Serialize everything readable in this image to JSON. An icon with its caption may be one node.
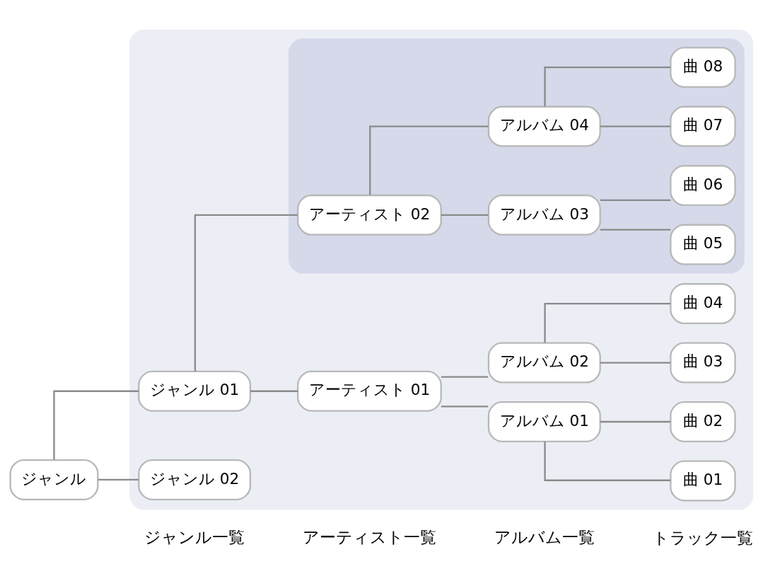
{
  "diagram": {
    "nodes": [
      {
        "text": [
          "ジャンル"
        ]
      },
      {
        "text": [],
        "shape": "box"
      },
      {
        "text": [
          "ジャンル 01"
        ],
        "in": 1
      },
      {
        "text": [
          "アーティスト 01"
        ],
        "in": 1
      },
      {
        "text": [
          "アルバム 01"
        ],
        "in": 1
      },
      {
        "text": [
          "曲 01"
        ],
        "in": 1
      },
      {
        "text": [
          "曲 02"
        ],
        "in": 1
      },
      {
        "text": [
          "アルバム 02"
        ],
        "in": 1
      },
      {
        "text": [
          "曲 03"
        ],
        "in": 1
      },
      {
        "text": [
          "曲 04"
        ],
        "in": 1
      },
      {
        "text": [],
        "shape": "box",
        "in": 1
      },
      {
        "text": [
          "アーティスト 02"
        ],
        "in": 10
      },
      {
        "text": [
          "アルバム 03"
        ],
        "in": 10
      },
      {
        "text": [
          "曲 05"
        ],
        "in": 10
      },
      {
        "text": [
          "曲 06"
        ],
        "in": 10
      },
      {
        "text": [
          "アルバム 04"
        ],
        "in": 10
      },
      {
        "text": [
          "曲 07"
        ],
        "in": 10
      },
      {
        "text": [
          "曲 08"
        ],
        "in": 10
      },
      {
        "text": [
          "ジャンル 02"
        ],
        "in": 1
      }
    ],
    "edges": [
      {
        "from": 0,
        "to": 2,
        "arrow": "none"
      },
      {
        "from": 0,
        "to": 18,
        "arrow": "none"
      },
      {
        "from": 2,
        "to": 3,
        "arrow": "none"
      },
      {
        "from": 2,
        "to": 11,
        "arrow": "none"
      },
      {
        "from": 3,
        "to": 4,
        "arrow": "none"
      },
      {
        "from": 3,
        "to": 7,
        "arrow": "none"
      },
      {
        "from": 4,
        "to": 5,
        "arrow": "none"
      },
      {
        "from": 4,
        "to": 6,
        "arrow": "none"
      },
      {
        "from": 7,
        "to": 8,
        "arrow": "none"
      },
      {
        "from": 7,
        "to": 9,
        "arrow": "none"
      },
      {
        "from": 11,
        "to": 12,
        "arrow": "none"
      },
      {
        "from": 11,
        "to": 15,
        "arrow": "none"
      },
      {
        "from": 12,
        "to": 13,
        "arrow": "none"
      },
      {
        "from": 12,
        "to": 14,
        "arrow": "none"
      },
      {
        "from": 15,
        "to": 16,
        "arrow": "none"
      },
      {
        "from": 15,
        "to": 17,
        "arrow": "none"
      }
    ],
    "labels": [
      "ジャンル一覧",
      "アーティスト一覧",
      "アルバム一覧",
      "トラック一覧"
    ]
  }
}
